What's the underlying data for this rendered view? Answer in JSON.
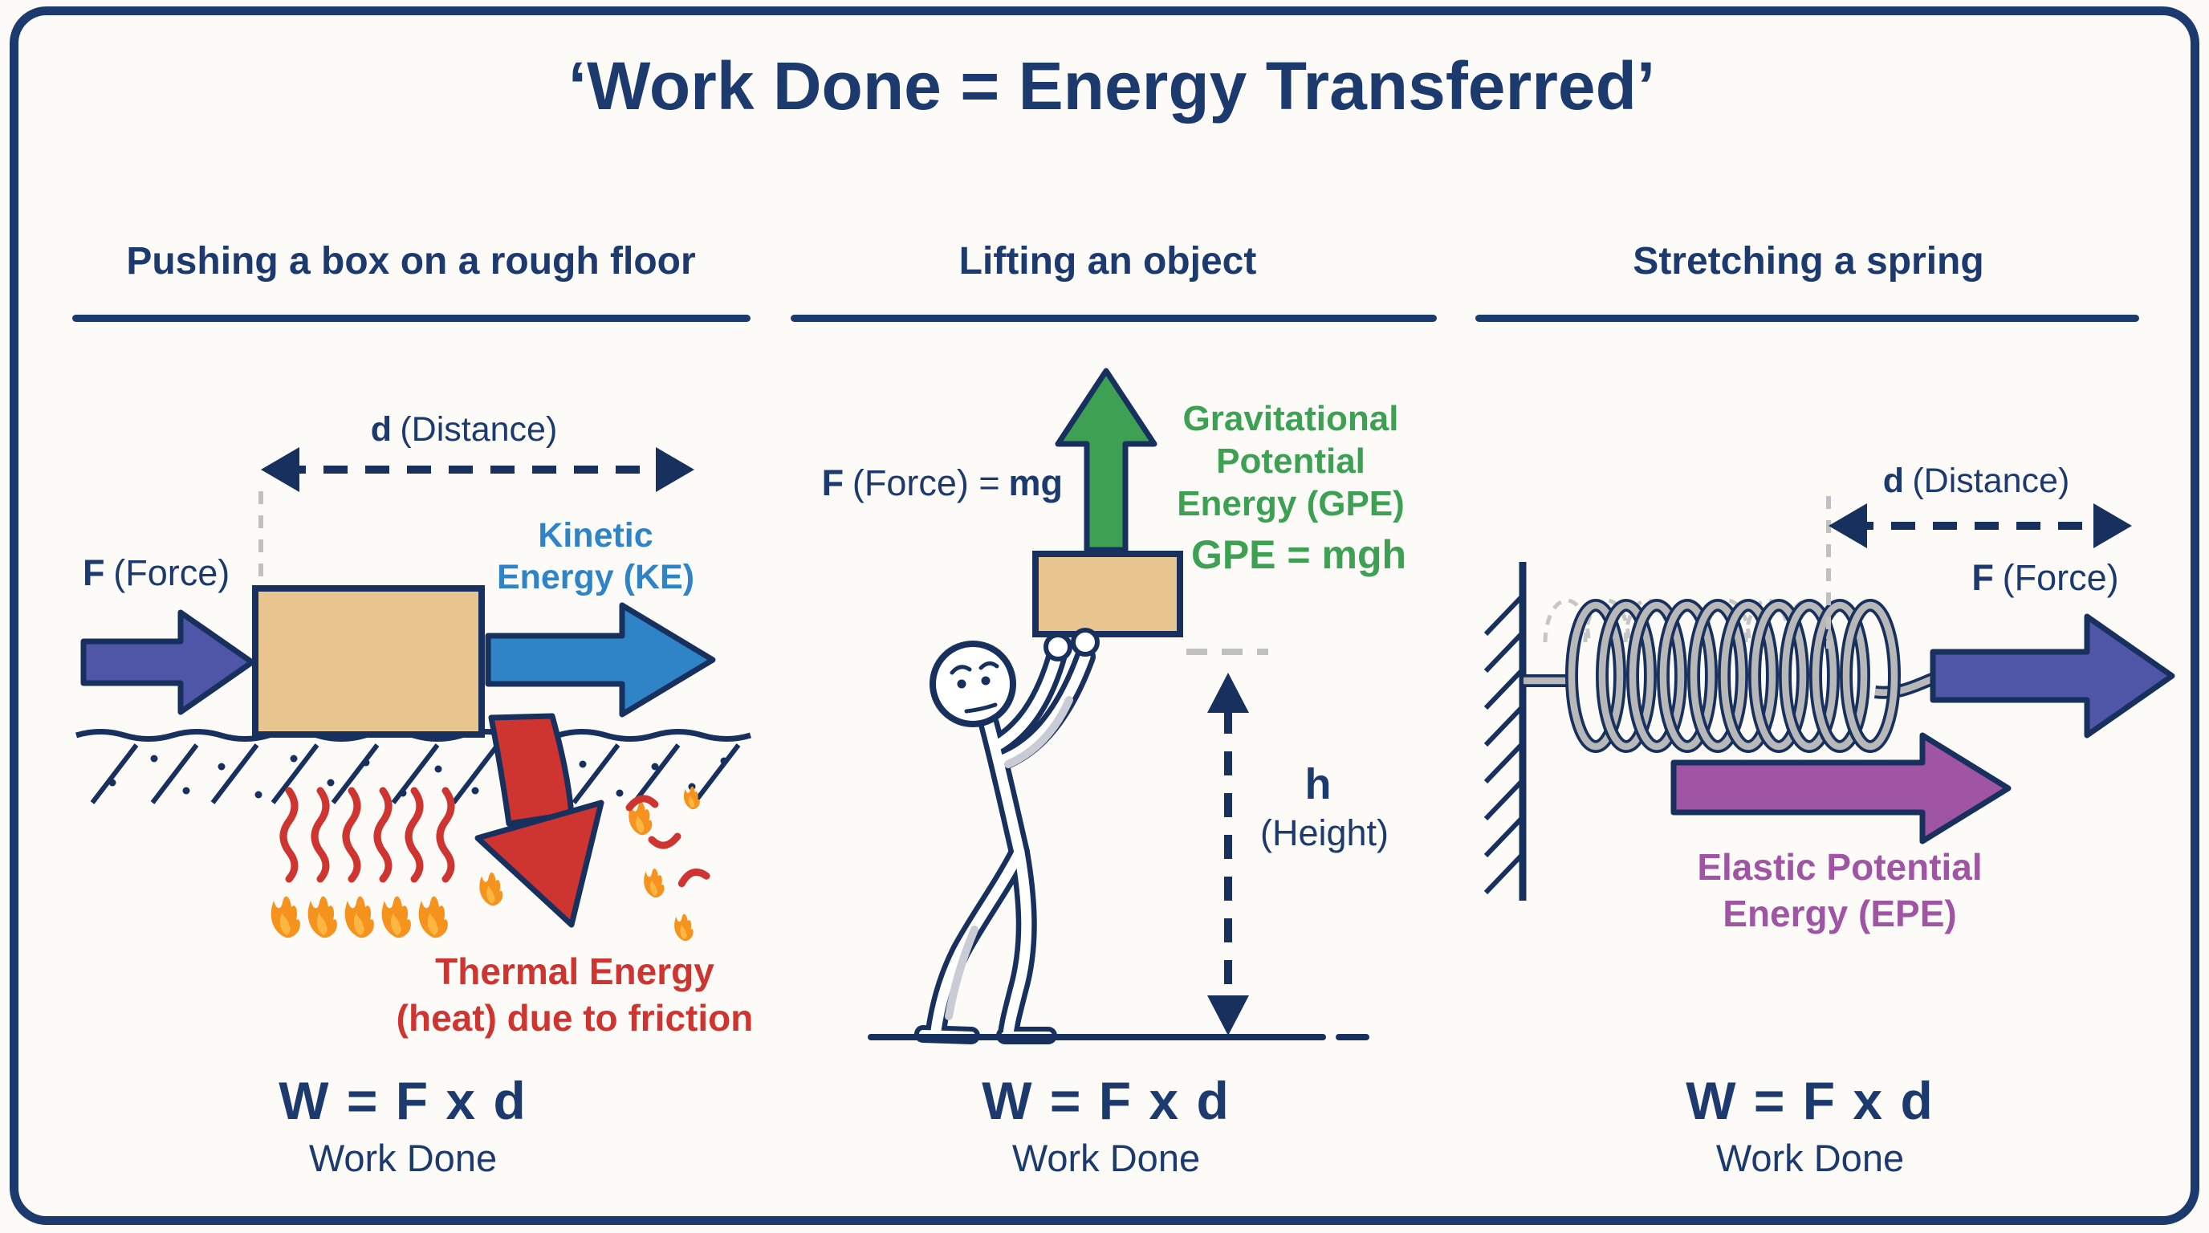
{
  "title": "‘Work Done = Energy Transferred’",
  "panels": {
    "pushing": {
      "header": "Pushing a box on a rough floor",
      "distance_symbol": "d",
      "distance_word": "(Distance)",
      "force_symbol": "F",
      "force_word": "(Force)",
      "kinetic_line1": "Kinetic",
      "kinetic_line2": "Energy (KE)",
      "thermal_line1": "Thermal Energy",
      "thermal_line2": "(heat) due to friction",
      "formula": "W = F x d",
      "formula_caption": "Work Done"
    },
    "lifting": {
      "header": "Lifting an object",
      "force_symbol": "F",
      "force_mid": "(Force) =",
      "force_suffix": "mg",
      "gpe_line1": "Gravitational",
      "gpe_line2": "Potential",
      "gpe_line3": "Energy (GPE)",
      "gpe_formula": "GPE = mgh",
      "height_symbol": "h",
      "height_word": "(Height)",
      "formula": "W = F x d",
      "formula_caption": "Work Done"
    },
    "stretching": {
      "header": "Stretching a spring",
      "distance_symbol": "d",
      "distance_word": "(Distance)",
      "force_symbol": "F",
      "force_word": "(Force)",
      "epe_line1": "Elastic Potential",
      "epe_line2": "Energy (EPE)",
      "formula": "W = F x d",
      "formula_caption": "Work Done"
    }
  },
  "colors": {
    "navy": "#1d3a6e",
    "outline": "#17305e",
    "indigo": "#4f55a7",
    "blue": "#2e84c6",
    "green": "#3da053",
    "red": "#ce3531",
    "orange": "#f6921e",
    "orange-light": "#fcb743",
    "purple": "#a054a4",
    "tan": "#e8c48f",
    "gray": "#b8b8b8",
    "gray-light": "#c0c0c0",
    "paper": "#fcfbf8"
  }
}
